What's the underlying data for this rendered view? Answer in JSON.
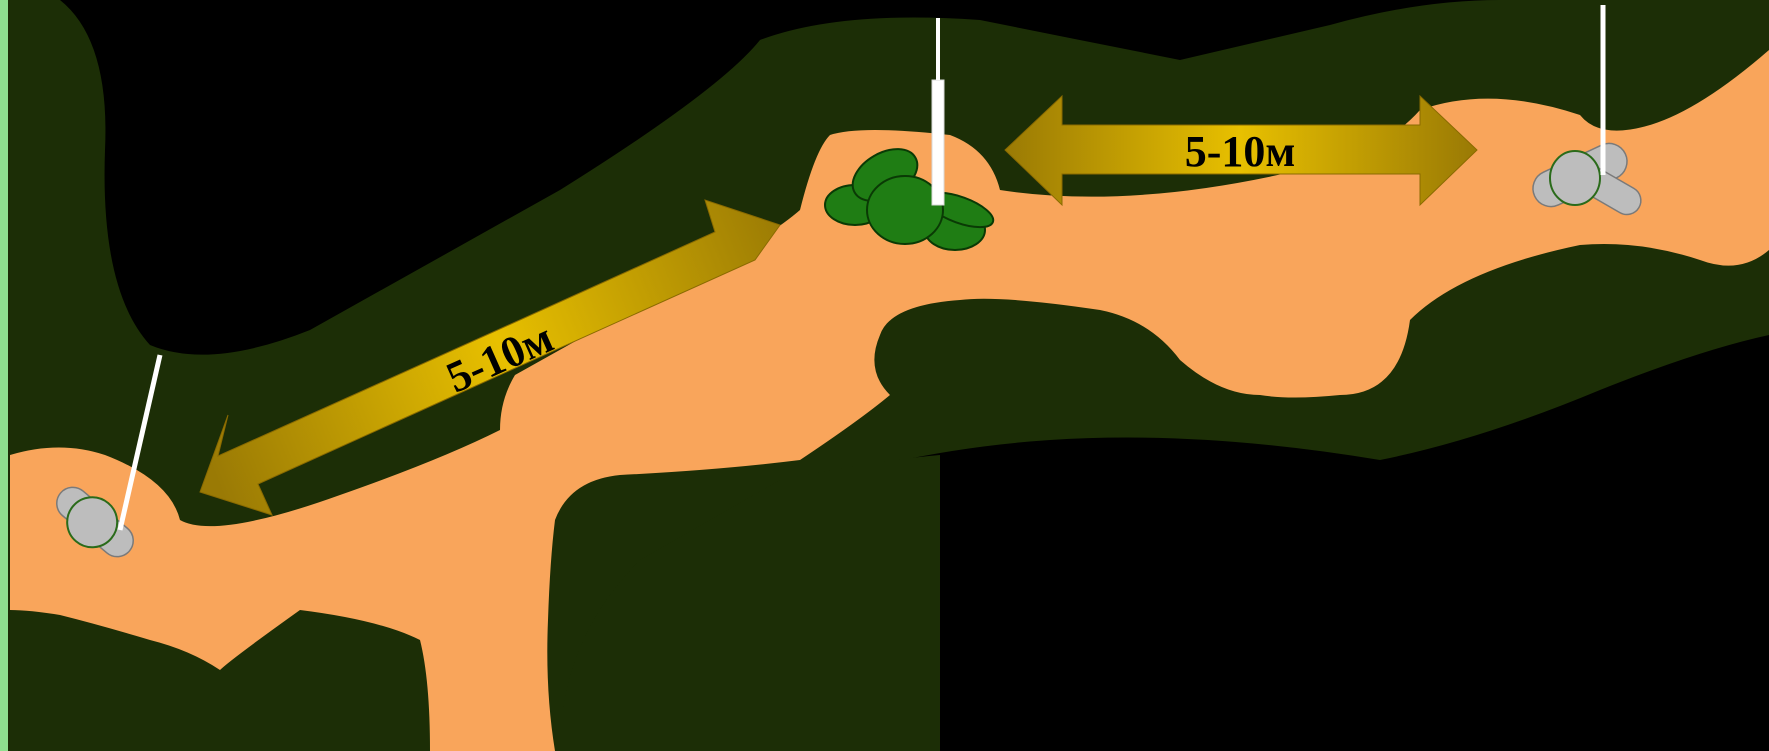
{
  "colors": {
    "edge_strip": "#8fe08f",
    "background": "#000000",
    "vegetation": "#1c2e06",
    "path": "#f9a55b",
    "arrow_light": "#e8c000",
    "arrow_dark": "#9a7a05",
    "figure_fill": "#bdbdbd",
    "figure_stroke": "#7a7a7a",
    "bush": "#1f7d14",
    "stick": "#ffffff"
  },
  "figures": [
    {
      "name": "person-with-stick-left",
      "icon": "person-topdown-icon"
    },
    {
      "name": "person-crouching-in-bush",
      "icon": "person-in-bush-icon"
    },
    {
      "name": "person-with-stick-right",
      "icon": "person-topdown-icon"
    }
  ],
  "arrows": [
    {
      "name": "distance-arrow-left",
      "label": "5-10м"
    },
    {
      "name": "distance-arrow-right",
      "label": "5-10м"
    }
  ]
}
